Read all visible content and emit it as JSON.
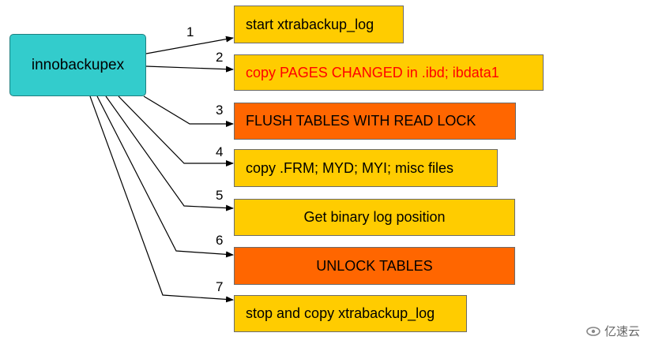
{
  "root": {
    "label": "innobackupex",
    "color": "#33cccc"
  },
  "colors": {
    "yellow": "#ffcc00",
    "orange": "#ff6600",
    "red_text": "#ff0000"
  },
  "steps": [
    {
      "num": "1",
      "label": "start xtrabackup_log",
      "fill": "#ffcc00",
      "text_color": "#000000"
    },
    {
      "num": "2",
      "label": "copy PAGES CHANGED in .ibd; ibdata1",
      "fill": "#ffcc00",
      "text_color": "#ff0000"
    },
    {
      "num": "3",
      "label": "FLUSH TABLES WITH READ LOCK",
      "fill": "#ff6600",
      "text_color": "#000000"
    },
    {
      "num": "4",
      "label": "copy .FRM; MYD; MYI; misc files",
      "fill": "#ffcc00",
      "text_color": "#000000"
    },
    {
      "num": "5",
      "label": "Get binary log position",
      "fill": "#ffcc00",
      "text_color": "#000000"
    },
    {
      "num": "6",
      "label": "UNLOCK TABLES",
      "fill": "#ff6600",
      "text_color": "#000000"
    },
    {
      "num": "7",
      "label": "stop and copy xtrabackup_log",
      "fill": "#ffcc00",
      "text_color": "#000000"
    }
  ],
  "watermark": {
    "text": "亿速云",
    "icon": "cloud-logo-icon"
  }
}
